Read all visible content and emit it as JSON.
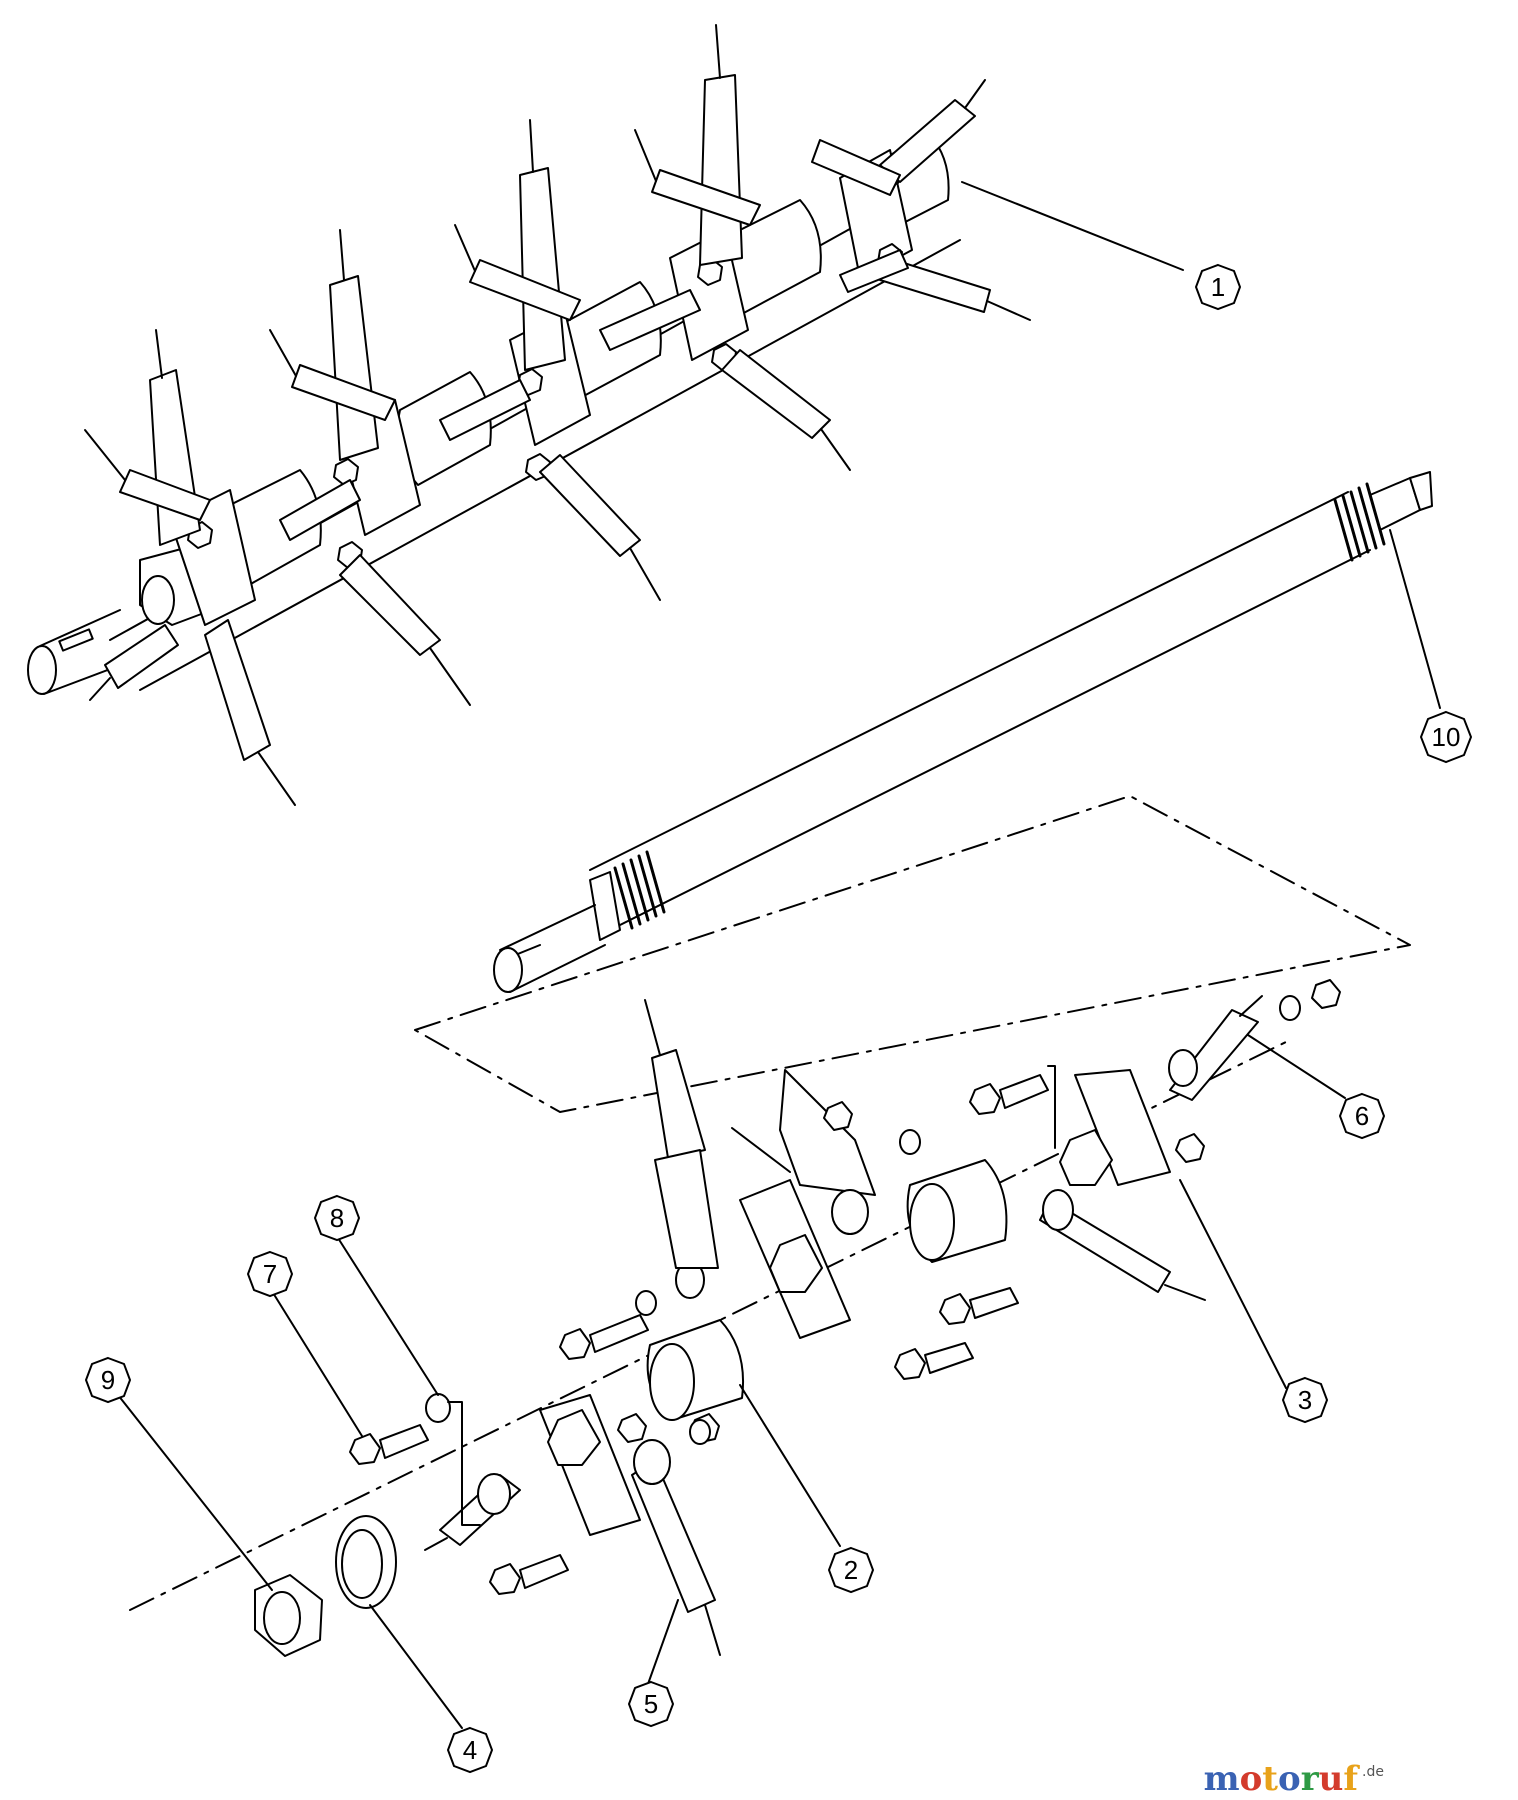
{
  "diagram": {
    "callouts": [
      {
        "id": "1",
        "label": "1"
      },
      {
        "id": "2",
        "label": "2"
      },
      {
        "id": "3",
        "label": "3"
      },
      {
        "id": "4",
        "label": "4"
      },
      {
        "id": "5",
        "label": "5"
      },
      {
        "id": "6",
        "label": "6"
      },
      {
        "id": "7",
        "label": "7"
      },
      {
        "id": "8",
        "label": "8"
      },
      {
        "id": "9",
        "label": "9"
      },
      {
        "id": "10",
        "label": "10"
      }
    ]
  },
  "watermark": {
    "brand": "motoruf",
    "tld": ".de",
    "colors": [
      "#3a62b3",
      "#d33b2c",
      "#e8a21a",
      "#3a62b3",
      "#2e9a44",
      "#d33b2c",
      "#e8a21a"
    ]
  }
}
